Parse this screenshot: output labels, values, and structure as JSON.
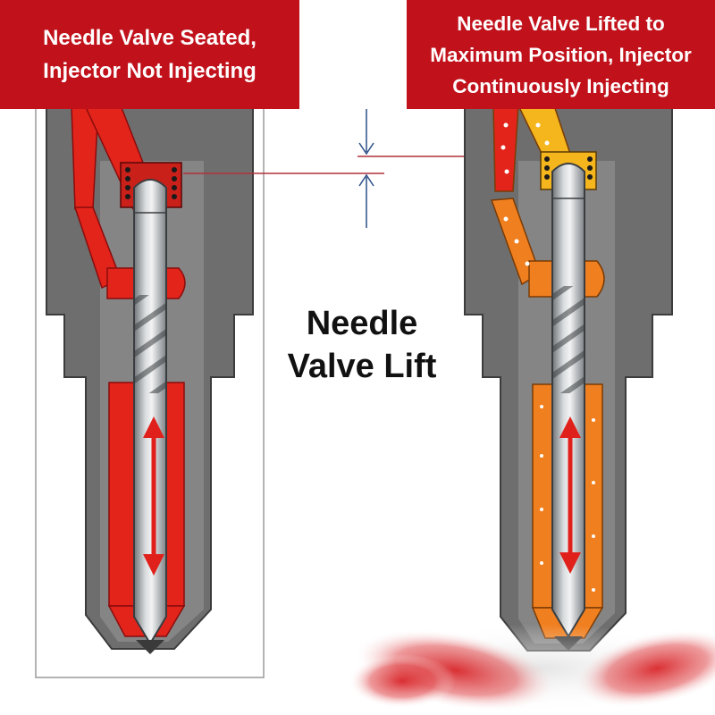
{
  "labels": {
    "left_line1": "Needle Valve Seated,",
    "left_line2": "Injector Not Injecting",
    "right_line1": "Needle Valve Lifted to",
    "right_line2": "Maximum Position, Injector",
    "right_line3": "Continuously Injecting",
    "center_line1": "Needle",
    "center_line2": "Valve Lift"
  },
  "left_injector": {
    "state": "seated",
    "fuel_color": "#e3241b"
  },
  "right_injector": {
    "state": "lifted",
    "fuel_color": "#f07f1f",
    "upper_fuel_color": "#f5b51c",
    "spray_color": "#d8262a"
  },
  "colors": {
    "banner": "#c1121c",
    "body": "#6e6e6e",
    "steel": "#9ea3a7",
    "arrow": "#e0201b",
    "dimension": "#2b4f88",
    "reference_line": "#b0323a"
  }
}
